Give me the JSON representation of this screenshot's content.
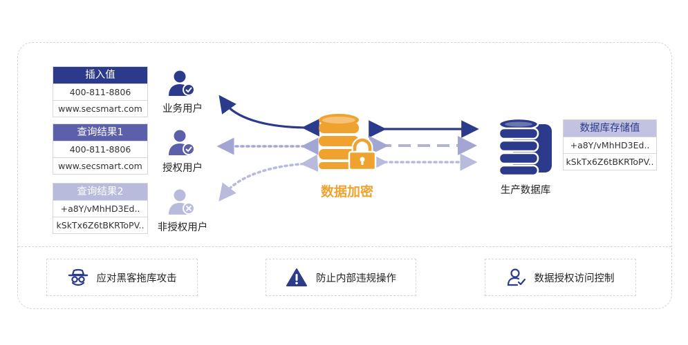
{
  "insert_table": {
    "header": "插入值",
    "rows": [
      "400-811-8806",
      "www.secsmart.com"
    ]
  },
  "query1_table": {
    "header": "查询结果1",
    "rows": [
      "400-811-8806",
      "www.secsmart.com"
    ]
  },
  "query2_table": {
    "header": "查询结果2",
    "rows": [
      "+a8Y/vMhHD3Ed..",
      "kSkTx6Z6tBKRToPV.."
    ]
  },
  "users": {
    "business": {
      "label": "业务用户"
    },
    "authorized": {
      "label": "授权用户"
    },
    "unauthorized": {
      "label": "非授权用户"
    }
  },
  "center": {
    "label": "数据加密"
  },
  "production_db": {
    "label": "生产数据库"
  },
  "store_table": {
    "header": "数据库存储值",
    "rows": [
      "+a8Y/vMhHD3Ed..",
      "kSkTx6Z6tBKRToPV.."
    ]
  },
  "features": [
    {
      "label": "应对黑客拖库攻击",
      "icon": "hacker-icon"
    },
    {
      "label": "防止内部违规操作",
      "icon": "warning-icon"
    },
    {
      "label": "数据授权访问控制",
      "icon": "user-check-icon"
    }
  ],
  "colors": {
    "navy": "#2b3a8b",
    "mid_purple": "#5c5fa9",
    "light_purple": "#b8bbdb",
    "orange": "#f0a22e",
    "border": "#d7d7d7"
  }
}
